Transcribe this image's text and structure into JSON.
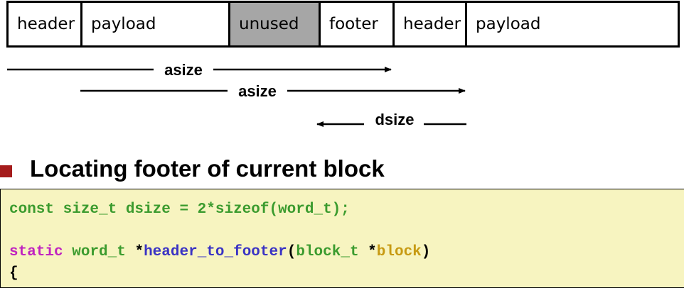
{
  "blocks": [
    {
      "label": "header"
    },
    {
      "label": "payload"
    },
    {
      "label": "unused"
    },
    {
      "label": "footer"
    },
    {
      "label": "header"
    },
    {
      "label": "payload"
    }
  ],
  "arrows": {
    "asize1": "asize",
    "asize2": "asize",
    "dsize": "dsize"
  },
  "section": {
    "heading": "Locating footer of current block"
  },
  "code": {
    "line1": {
      "t1": "const size_t dsize",
      "t2": " = ",
      "t3": "2*sizeof(word_t);"
    },
    "line3": {
      "t1": "static",
      "t2": " ",
      "t3": "word_t",
      "t4": " *",
      "t5": "header_to_footer",
      "t6": "(",
      "t7": "block_t",
      "t8": " *",
      "t9": "block",
      "t10": ")"
    },
    "line4": {
      "t1": "{"
    }
  },
  "colors": {
    "unused_fill": "#a6a6a6",
    "bullet": "#a51c1c",
    "code_background": "#f7f4c0",
    "green": "#3b9b2e",
    "purple": "#c023c0",
    "blue": "#3a33c4",
    "gold": "#c79a12"
  }
}
